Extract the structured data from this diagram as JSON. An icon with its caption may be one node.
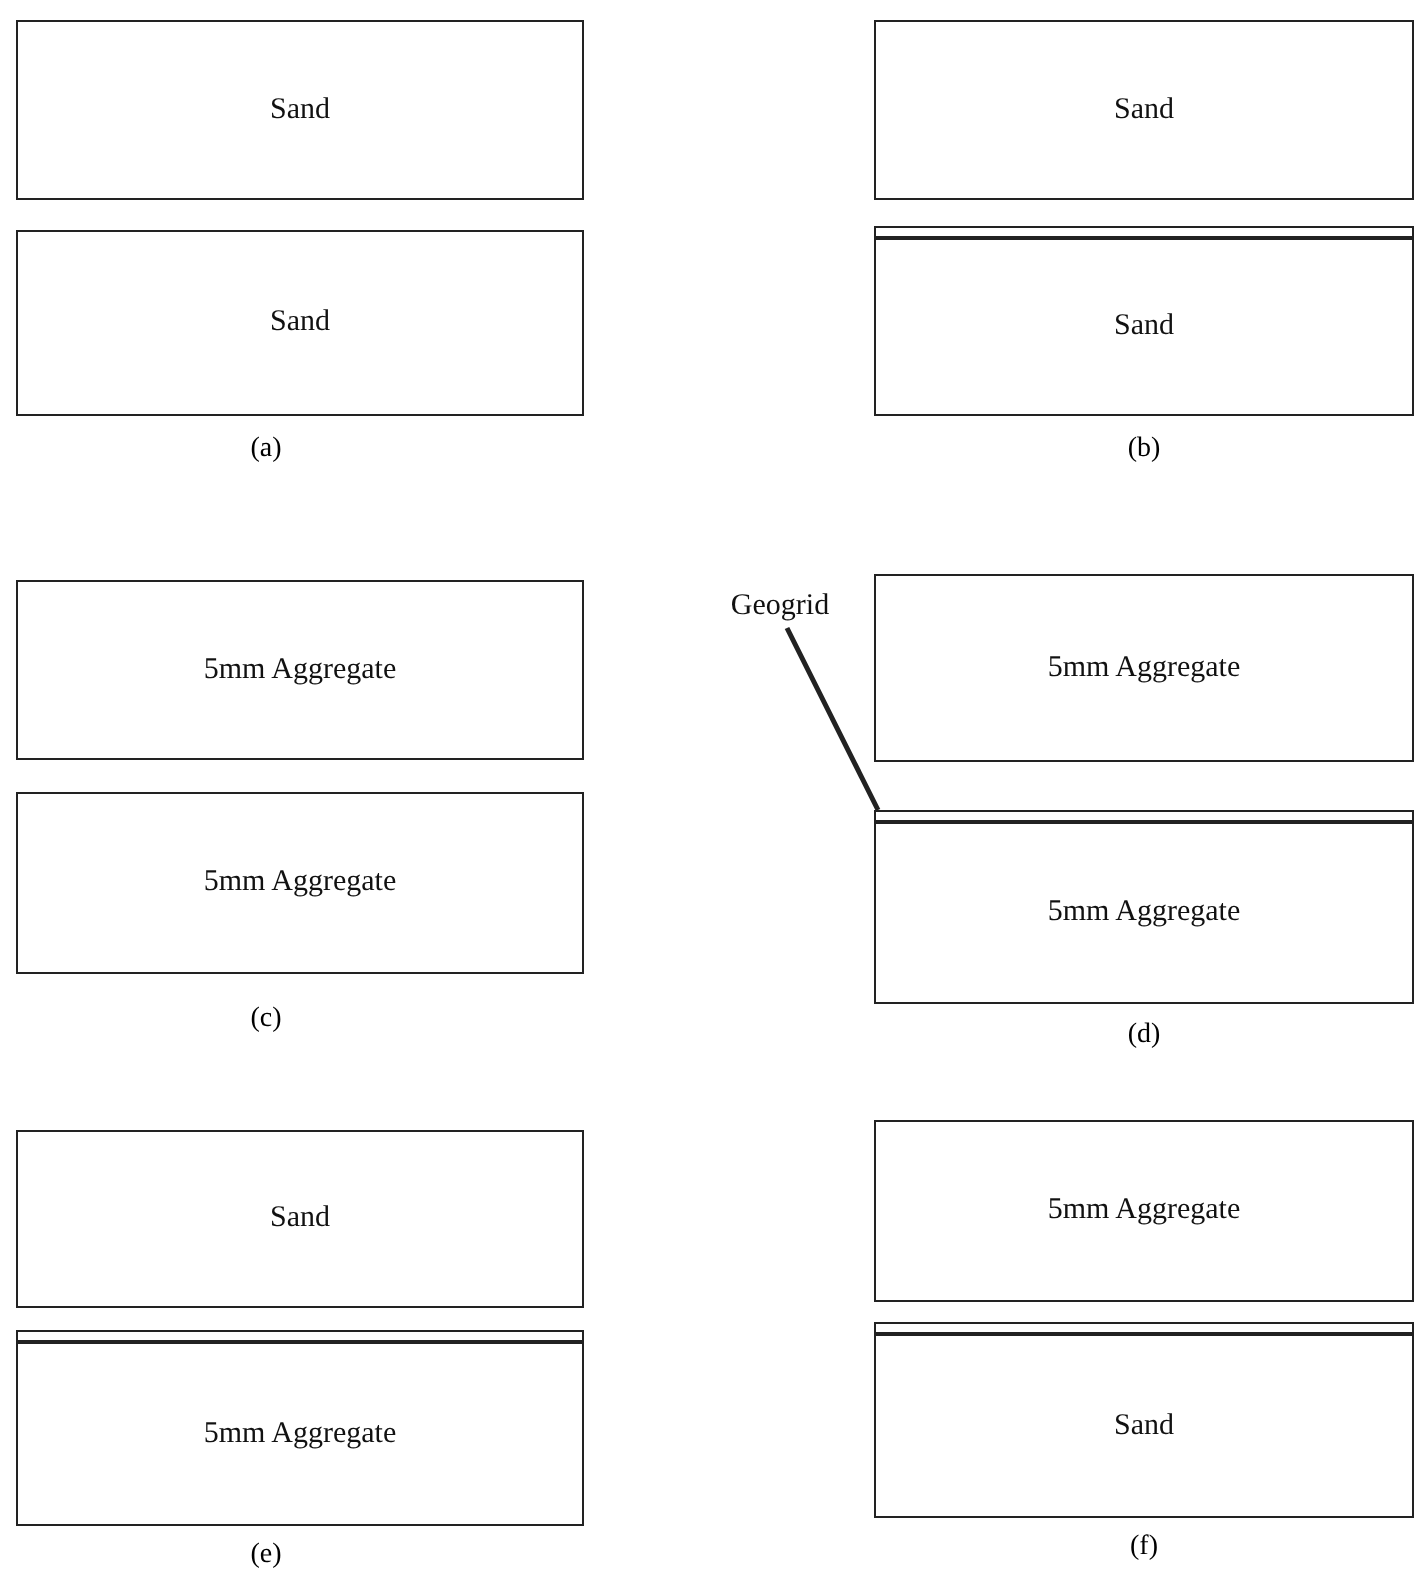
{
  "diagram": {
    "nodes": [
      {
        "text": [
          "Sand"
        ]
      },
      {
        "text": [
          "Sand"
        ]
      },
      {
        "text": [
          "Sand"
        ]
      },
      {
        "text": [],
        "shape": "bar"
      },
      {
        "text": [
          "Sand"
        ]
      },
      {
        "text": [
          "5mm Aggregate"
        ]
      },
      {
        "text": [
          "5mm Aggregate"
        ]
      },
      {
        "text": [
          "5mm Aggregate"
        ]
      },
      {
        "text": [
          "Geogrid"
        ]
      },
      {
        "text": [],
        "shape": "bar"
      },
      {
        "text": [
          "5mm Aggregate"
        ]
      },
      {
        "text": [
          "Sand"
        ]
      },
      {
        "text": [],
        "shape": "bar"
      },
      {
        "text": [
          "5mm Aggregate"
        ]
      },
      {
        "text": [
          "5mm Aggregate"
        ]
      },
      {
        "text": [],
        "shape": "bar"
      },
      {
        "text": [
          "Sand"
        ]
      }
    ],
    "edges": [
      {
        "from": 8,
        "to": 9,
        "arrow": "none"
      }
    ],
    "labels": [
      "(a)",
      "(b)",
      "(c)",
      "(d)",
      "(e)",
      "(f)"
    ]
  }
}
